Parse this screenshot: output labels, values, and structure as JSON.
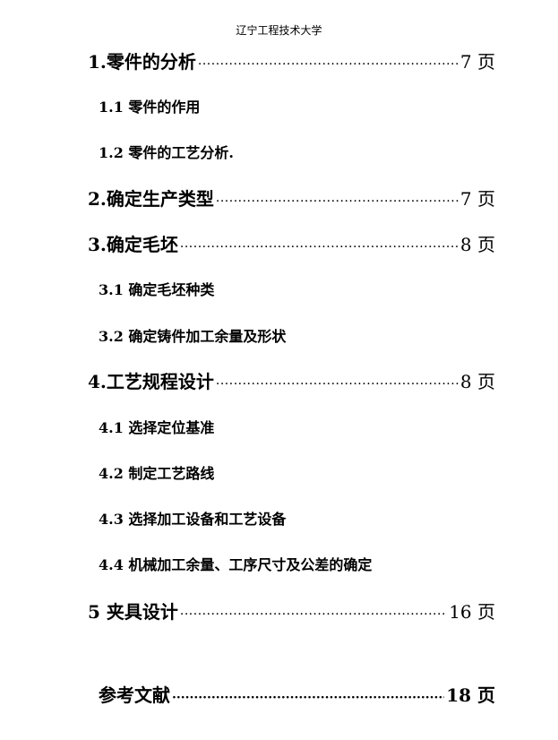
{
  "header": {
    "text": "辽宁工程技术大学"
  },
  "toc": [
    {
      "level": 1,
      "title": "1.零件的分析",
      "page": "7 页"
    },
    {
      "level": 2,
      "title": "1.1 零件的作用",
      "page": ""
    },
    {
      "level": 2,
      "title": "1.2 零件的工艺分析.",
      "page": ""
    },
    {
      "level": 1,
      "title": "2.确定生产类型",
      "page": "7 页"
    },
    {
      "level": 1,
      "title": "3.确定毛坯",
      "page": "8 页"
    },
    {
      "level": 2,
      "title": "3.1 确定毛坯种类",
      "page": ""
    },
    {
      "level": 2,
      "title": "3.2 确定铸件加工余量及形状",
      "page": ""
    },
    {
      "level": 1,
      "title": "4.工艺规程设计",
      "page": "8 页"
    },
    {
      "level": 2,
      "title": "4.1 选择定位基准",
      "page": ""
    },
    {
      "level": 2,
      "title": "4.2 制定工艺路线",
      "page": ""
    },
    {
      "level": 2,
      "title": "4.3 选择加工设备和工艺设备",
      "page": ""
    },
    {
      "level": 2,
      "title": "4.4 机械加工余量、工序尺寸及公差的确定",
      "page": ""
    },
    {
      "level": 1,
      "title": "5 夹具设计",
      "page": "16 页"
    },
    {
      "level": 1,
      "title": "参考文献",
      "page": "18 页"
    }
  ]
}
